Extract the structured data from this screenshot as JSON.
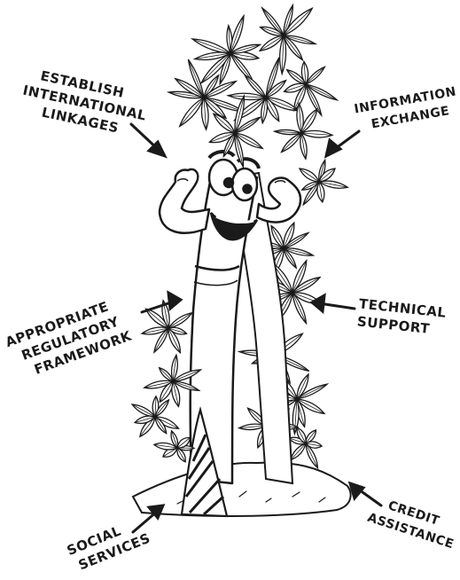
{
  "labels": {
    "establish": [
      "ESTABLISH",
      "INTERNATIONAL",
      "LINKAGES"
    ],
    "information": [
      "INFORMATION",
      "EXCHANGE"
    ],
    "regulatory": [
      "APPROPRIATE",
      "REGULATORY",
      "FRAMEWORK"
    ],
    "technical": [
      "TECHNICAL",
      "SUPPORT"
    ],
    "social": [
      "SOCIAL",
      "SERVICES"
    ],
    "credit": [
      "CREDIT",
      "ASSISTANCE"
    ]
  },
  "colors": {
    "ink": "#1a1a1a",
    "paper": "#ffffff",
    "leaf": "#ffffff"
  },
  "icons": {
    "mascot": "bamboo-mascot",
    "arrow": "arrow-icon"
  }
}
